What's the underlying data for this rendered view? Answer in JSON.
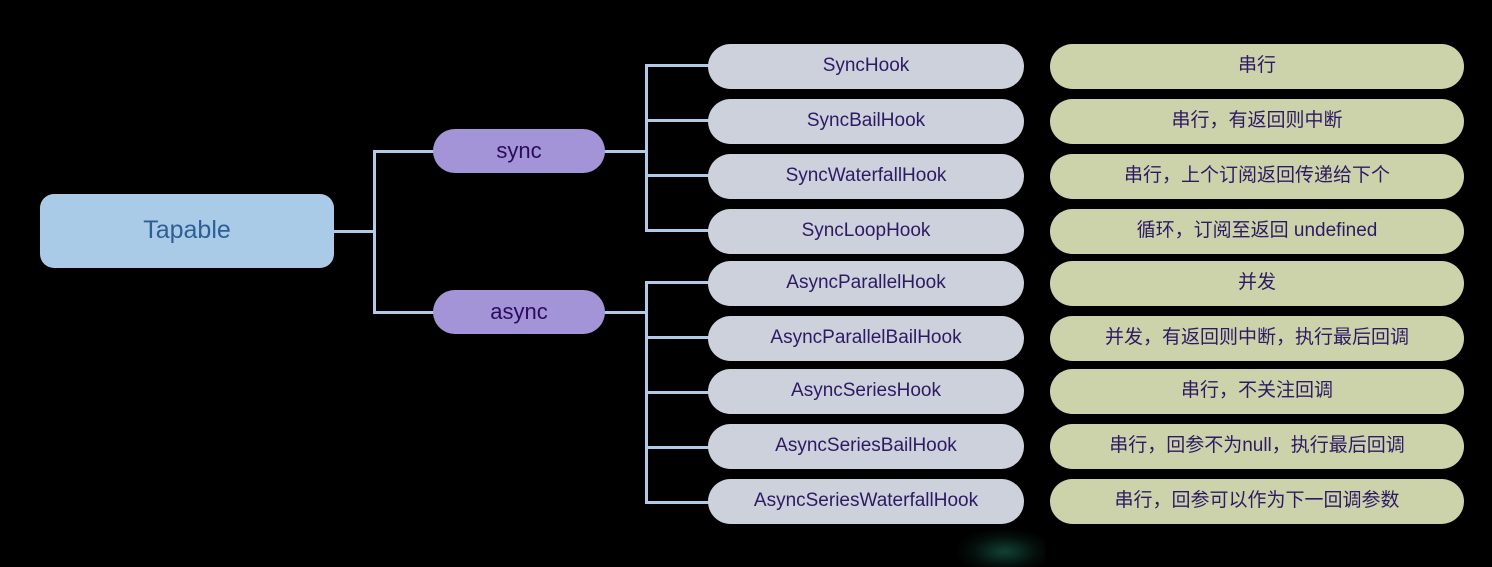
{
  "diagram": {
    "title": "Tapable",
    "root": {
      "label": "Tapable"
    },
    "groups": [
      {
        "label": "sync"
      },
      {
        "label": "async"
      }
    ],
    "rows": [
      {
        "hook": "SyncHook",
        "desc": "串行"
      },
      {
        "hook": "SyncBailHook",
        "desc": "串行，有返回则中断"
      },
      {
        "hook": "SyncWaterfallHook",
        "desc": "串行，上个订阅返回传递给下个"
      },
      {
        "hook": "SyncLoopHook",
        "desc": "循环，订阅至返回 undefined"
      },
      {
        "hook": "AsyncParallelHook",
        "desc": "并发"
      },
      {
        "hook": "AsyncParallelBailHook",
        "desc": "并发，有返回则中断，执行最后回调"
      },
      {
        "hook": "AsyncSeriesHook",
        "desc": "串行，不关注回调"
      },
      {
        "hook": "AsyncSeriesBailHook",
        "desc": "串行，回参不为null，执行最后回调"
      },
      {
        "hook": "AsyncSeriesWaterfallHook",
        "desc": "串行，回参可以作为下一回调参数"
      }
    ],
    "colors": {
      "background": "#000000",
      "root_fill": "#aacbe8",
      "root_text": "#2e5f94",
      "group_fill": "#a394d8",
      "group_text": "#2c0a5e",
      "hook_fill": "#ccd1dc",
      "hook_text": "#2e1a63",
      "desc_fill": "#ccd3ab",
      "desc_text": "#2e1a63",
      "connector": "#b0cbe8"
    }
  }
}
